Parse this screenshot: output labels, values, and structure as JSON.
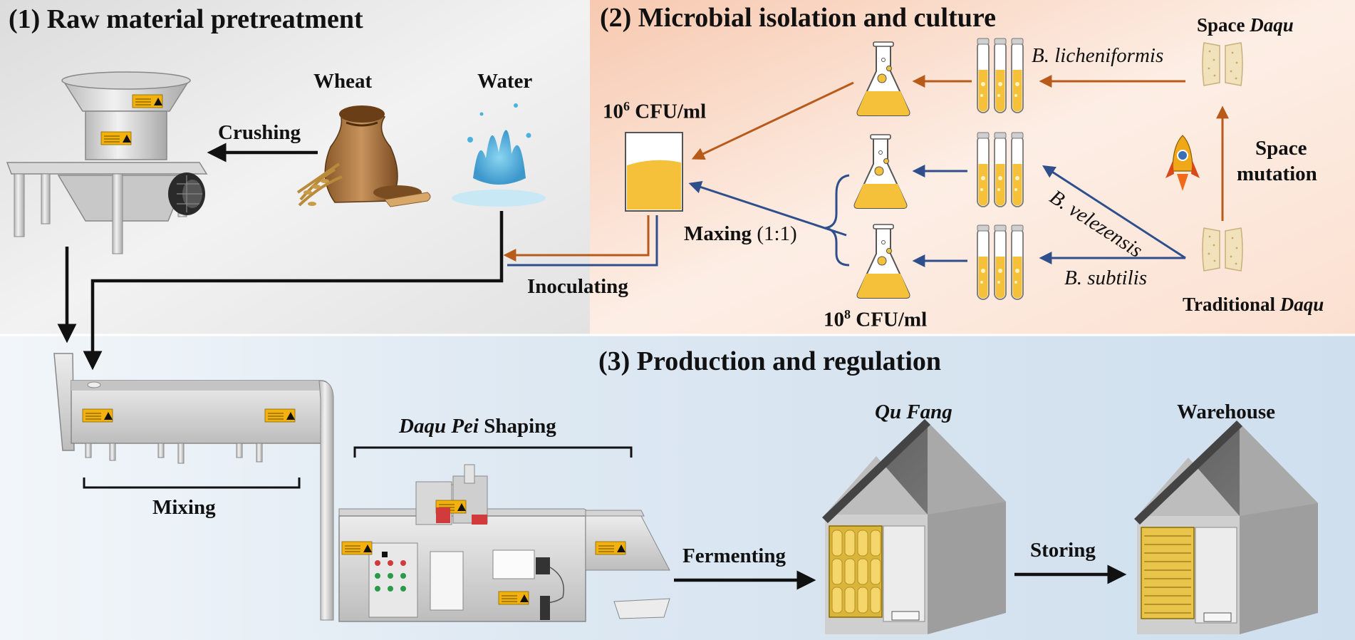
{
  "sections": {
    "raw": "(1) Raw material pretreatment",
    "microbe": "(2) Microbial isolation and culture",
    "production": "(3) Production and regulation"
  },
  "raw": {
    "wheat": "Wheat",
    "water": "Water",
    "crushing": "Crushing",
    "inoculating": "Inoculating"
  },
  "culture": {
    "cfu6_base": "10",
    "cfu6_exp": "6",
    "cfu6_unit": " CFU/ml",
    "cfu8_base": "10",
    "cfu8_exp": "8",
    "cfu8_unit": " CFU/ml",
    "mixing_word": "Maxing",
    "mixing_ratio": " (1:1)",
    "b_lich": "B. licheniformis",
    "b_vel": "B. velezensis",
    "b_sub": "B. subtilis",
    "space_word": "Space ",
    "space_daqu": "Daqu",
    "space_mutation_1": "Space",
    "space_mutation_2": "mutation",
    "trad_word": "Traditional ",
    "trad_daqu": "Daqu"
  },
  "production": {
    "shaping_pre": "Daqu Pei",
    "shaping_post": " Shaping",
    "mixing": "Mixing",
    "fermenting": "Fermenting",
    "storing": "Storing",
    "qufang": "Qu Fang",
    "warehouse": "Warehouse"
  },
  "colors": {
    "orange_arrow": "#b85a1a",
    "blue_arrow": "#2f4e8c",
    "culture_fill": "#f5c13a",
    "panel1_bg": "#e9e9e9",
    "panel2_bg": "#fbe2d4",
    "panel3_bg": "#dce8f3"
  }
}
